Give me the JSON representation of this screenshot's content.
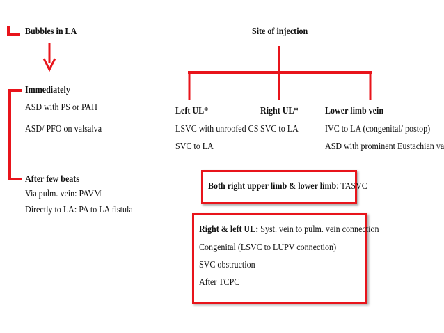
{
  "colors": {
    "accent": "#e8141b",
    "text": "#111111",
    "background": "#ffffff"
  },
  "left": {
    "top_label": "Bubbles in LA",
    "immediately": {
      "heading": "Immediately",
      "items": [
        "ASD with PS or PAH",
        "ASD/ PFO on valsalva"
      ]
    },
    "after": {
      "heading": "After few beats",
      "items": [
        "Via pulm. vein: PAVM",
        "Directly to LA: PA to LA fistula"
      ]
    }
  },
  "site": {
    "title": "Site of injection",
    "branches": [
      {
        "heading": "Left UL*",
        "items": [
          "LSVC with unroofed CS",
          "SVC to LA"
        ]
      },
      {
        "heading": "Right UL*",
        "items": [
          "SVC to LA"
        ]
      },
      {
        "heading": "Lower limb vein",
        "items": [
          "IVC to LA (congenital/ postop)",
          "ASD with prominent Eustachian valve"
        ]
      }
    ]
  },
  "box1": {
    "bold": "Both right upper limb & lower limb",
    "rest": ": TASVC"
  },
  "box2": {
    "bold": "Right & left UL:",
    "rest": " Syst. vein to pulm. vein connection",
    "items": [
      "Congenital (LSVC to LUPV connection)",
      "SVC obstruction",
      "After TCPC"
    ]
  }
}
